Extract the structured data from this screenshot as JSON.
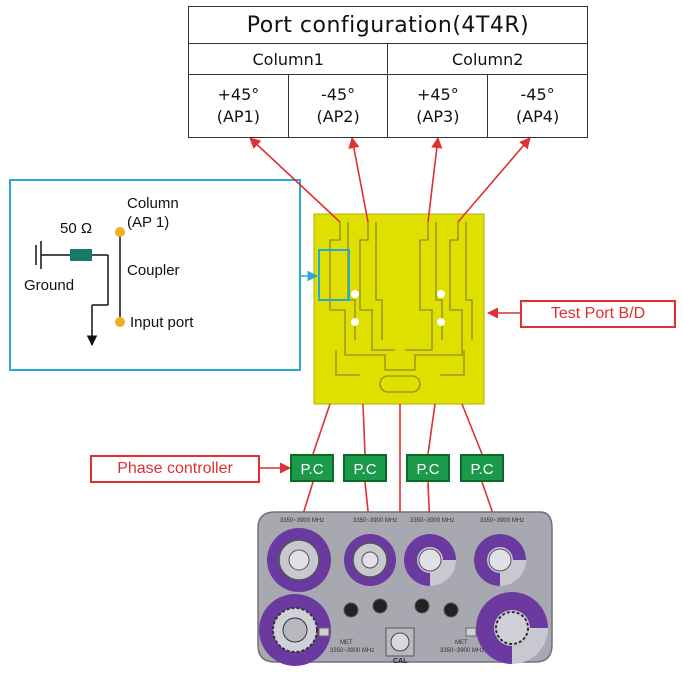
{
  "table": {
    "title": "Port configuration(4T4R)",
    "columns": [
      "Column1",
      "Column2"
    ],
    "ports": [
      {
        "angle": "+45°",
        "ap": "(AP1)"
      },
      {
        "angle": "-45°",
        "ap": "(AP2)"
      },
      {
        "angle": "+45°",
        "ap": "(AP3)"
      },
      {
        "angle": "-45°",
        "ap": "(AP4)"
      }
    ]
  },
  "inset": {
    "resistor": "50 Ω",
    "ground": "Ground",
    "column_line1": "Column",
    "column_line2": "(AP 1)",
    "coupler": "Coupler",
    "input_port": "Input port"
  },
  "test_port_label": "Test Port  B/D",
  "phase_controller_label": "Phase controller",
  "pc_labels": [
    "P.C",
    "P.C",
    "P.C",
    "P.C"
  ],
  "device": {
    "band_label": "3350~3900 MHz",
    "met_label": "MET",
    "cal_label": "CAL"
  },
  "colors": {
    "arrow": "#e03030",
    "inset_border": "#29a9d8",
    "board": "#e0e000",
    "pc_box": "#1a9a4a",
    "device_body": "#9a9aa2",
    "port_ring": "#6a3aa0",
    "node": "#f0b020"
  }
}
